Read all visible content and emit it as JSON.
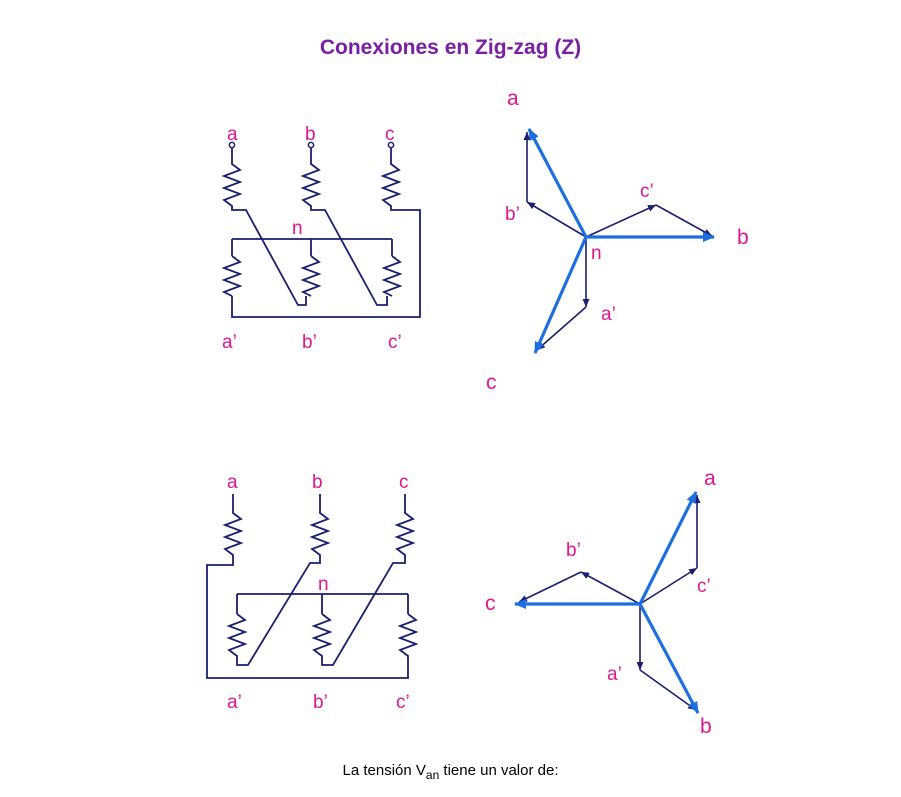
{
  "title": "Conexiones en Zig-zag (Z)",
  "caption": {
    "prefix": "La tensión V",
    "subscript": "an",
    "suffix": " tiene un valor de:"
  },
  "diagram1": {
    "terminals": [
      "a",
      "b",
      "c"
    ],
    "bottom_terminals": [
      "a’",
      "b’",
      "c’"
    ],
    "neutral": "n",
    "phasor_labels": {
      "a": "a",
      "b": "b",
      "c": "c",
      "a_prime": "a’",
      "b_prime": "b’",
      "c_prime": "c’",
      "n": "n"
    }
  },
  "diagram2": {
    "terminals": [
      "a",
      "b",
      "c"
    ],
    "bottom_terminals": [
      "a’",
      "b’",
      "c’"
    ],
    "neutral": "n",
    "phasor_labels": {
      "a": "a",
      "b": "b",
      "c": "c",
      "a_prime": "a’",
      "b_prime": "b’",
      "c_prime": "c’"
    }
  },
  "colors": {
    "title": "#7a1fa2",
    "label": "#e0168f",
    "wire": "#1a1f6e",
    "phasor": "#1d6fe0"
  }
}
